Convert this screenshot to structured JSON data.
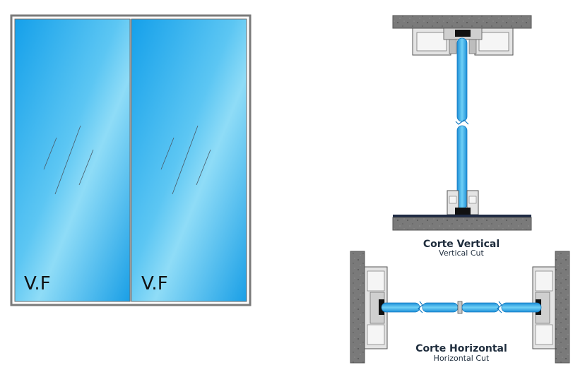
{
  "elevation": {
    "panel_left_label": "V.F",
    "panel_right_label": "V.F"
  },
  "vertical_section": {
    "title": "Corte Vertical",
    "subtitle": "Vertical Cut"
  },
  "horizontal_section": {
    "title": "Corte Horizontal",
    "subtitle": "Horizontal Cut"
  },
  "colors": {
    "glass_dark": "#1a9fe6",
    "glass_light": "#8fdcf7",
    "frame": "#808080",
    "concrete": "#7a7a7a",
    "profile": "#d6d6d6",
    "text": "#1f2d3d"
  }
}
